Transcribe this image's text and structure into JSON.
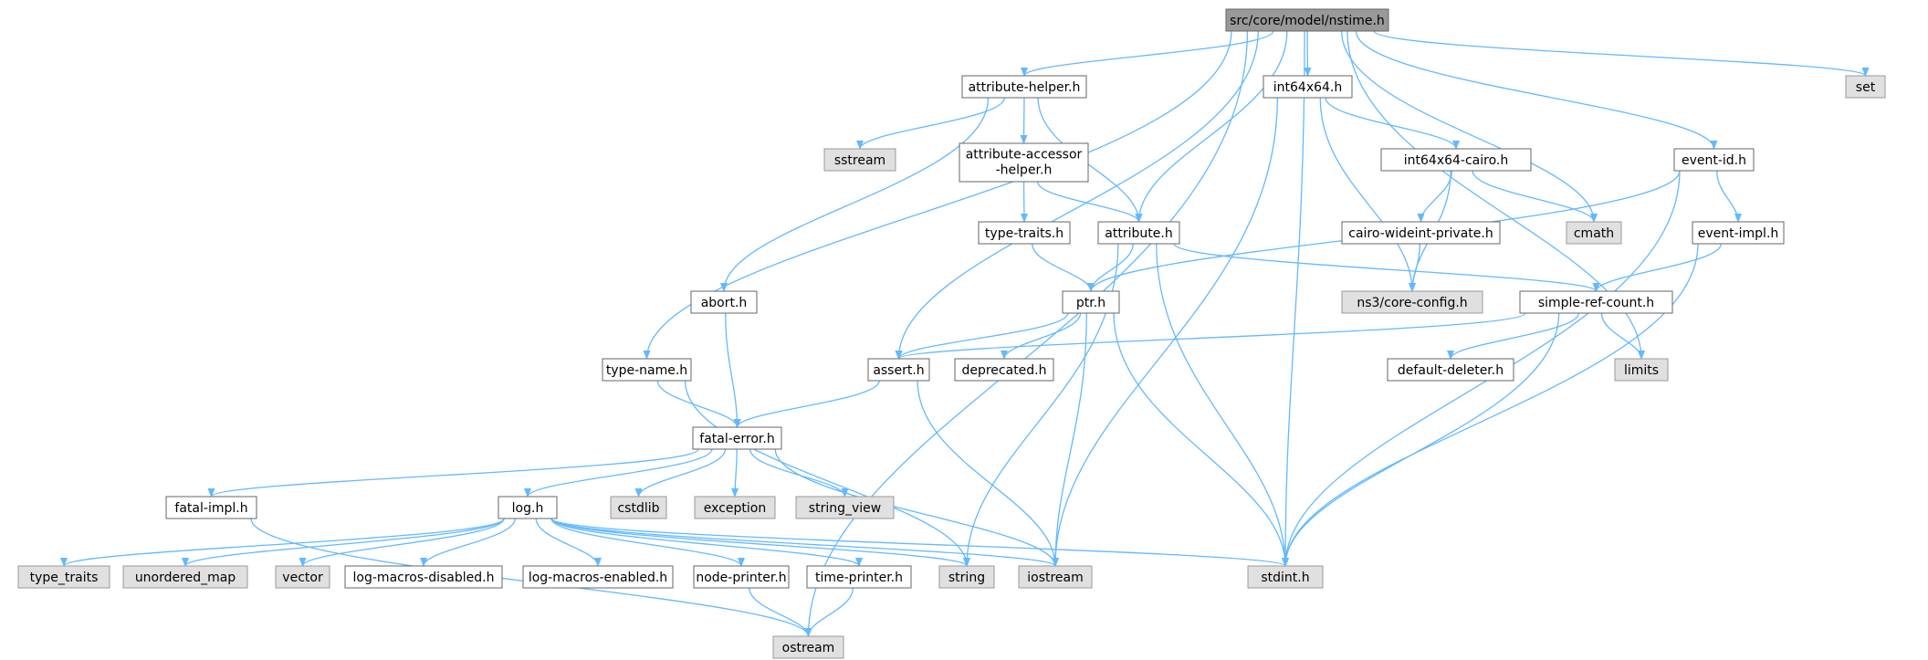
{
  "diagram": {
    "edge_color": "#63b8ff",
    "colors": {
      "root_fill": "#999999",
      "root_stroke": "#666666",
      "project_fill": "#ffffff",
      "project_stroke": "#666666",
      "system_fill": "#e0e0e0",
      "system_stroke": "#999999"
    },
    "nodes": [
      {
        "id": "nstime",
        "label": "src/core/model/nstime.h",
        "kind": "root"
      },
      {
        "id": "attrhelper",
        "label": "attribute-helper.h",
        "kind": "project"
      },
      {
        "id": "int64x64",
        "label": "int64x64.h",
        "kind": "project"
      },
      {
        "id": "set",
        "label": "set",
        "kind": "system"
      },
      {
        "id": "eventid",
        "label": "event-id.h",
        "kind": "project"
      },
      {
        "id": "sstream",
        "label": "sstream",
        "kind": "system"
      },
      {
        "id": "accessor",
        "label": "attribute-accessor-helper.h",
        "label_lines": [
          "attribute-accessor",
          "-helper.h"
        ],
        "kind": "project"
      },
      {
        "id": "cairo",
        "label": "int64x64-cairo.h",
        "kind": "project"
      },
      {
        "id": "typetraits",
        "label": "type-traits.h",
        "kind": "project"
      },
      {
        "id": "attribute",
        "label": "attribute.h",
        "kind": "project"
      },
      {
        "id": "wideint",
        "label": "cairo-wideint-private.h",
        "kind": "project"
      },
      {
        "id": "cmath",
        "label": "cmath",
        "kind": "system"
      },
      {
        "id": "eventimpl",
        "label": "event-impl.h",
        "kind": "project"
      },
      {
        "id": "abort",
        "label": "abort.h",
        "kind": "project"
      },
      {
        "id": "ptr",
        "label": "ptr.h",
        "kind": "project"
      },
      {
        "id": "coreconfig",
        "label": "ns3/core-config.h",
        "kind": "system"
      },
      {
        "id": "simpleref",
        "label": "simple-ref-count.h",
        "kind": "project"
      },
      {
        "id": "typename",
        "label": "type-name.h",
        "kind": "project"
      },
      {
        "id": "assert",
        "label": "assert.h",
        "kind": "project"
      },
      {
        "id": "deprecated",
        "label": "deprecated.h",
        "kind": "project"
      },
      {
        "id": "defdeleter",
        "label": "default-deleter.h",
        "kind": "project"
      },
      {
        "id": "limits",
        "label": "limits",
        "kind": "system"
      },
      {
        "id": "fatalerror",
        "label": "fatal-error.h",
        "kind": "project"
      },
      {
        "id": "fatalimpl",
        "label": "fatal-impl.h",
        "kind": "project"
      },
      {
        "id": "log",
        "label": "log.h",
        "kind": "project"
      },
      {
        "id": "cstdlib",
        "label": "cstdlib",
        "kind": "system"
      },
      {
        "id": "exception",
        "label": "exception",
        "kind": "system"
      },
      {
        "id": "stringview",
        "label": "string_view",
        "kind": "system"
      },
      {
        "id": "stdtypetraits",
        "label": "type_traits",
        "kind": "system"
      },
      {
        "id": "unorderedmap",
        "label": "unordered_map",
        "kind": "system"
      },
      {
        "id": "vector",
        "label": "vector",
        "kind": "system"
      },
      {
        "id": "logdisabled",
        "label": "log-macros-disabled.h",
        "kind": "project"
      },
      {
        "id": "logenabled",
        "label": "log-macros-enabled.h",
        "kind": "project"
      },
      {
        "id": "nodeprinter",
        "label": "node-printer.h",
        "kind": "project"
      },
      {
        "id": "timeprinter",
        "label": "time-printer.h",
        "kind": "project"
      },
      {
        "id": "string",
        "label": "string",
        "kind": "system"
      },
      {
        "id": "iostream",
        "label": "iostream",
        "kind": "system"
      },
      {
        "id": "stdint",
        "label": "stdint.h",
        "kind": "system"
      },
      {
        "id": "ostream",
        "label": "ostream",
        "kind": "system"
      }
    ],
    "edges": [
      [
        "nstime",
        "attrhelper"
      ],
      [
        "nstime",
        "int64x64"
      ],
      [
        "nstime",
        "set"
      ],
      [
        "nstime",
        "eventid"
      ],
      [
        "nstime",
        "attribute"
      ],
      [
        "nstime",
        "cmath"
      ],
      [
        "nstime",
        "assert"
      ],
      [
        "nstime",
        "typename"
      ],
      [
        "nstime",
        "limits"
      ],
      [
        "nstime",
        "stdint"
      ],
      [
        "nstime",
        "ostream"
      ],
      [
        "attrhelper",
        "sstream"
      ],
      [
        "attrhelper",
        "accessor"
      ],
      [
        "attrhelper",
        "attribute"
      ],
      [
        "attrhelper",
        "abort"
      ],
      [
        "accessor",
        "typetraits"
      ],
      [
        "accessor",
        "attribute"
      ],
      [
        "typetraits",
        "ptr"
      ],
      [
        "attribute",
        "ptr"
      ],
      [
        "attribute",
        "simpleref"
      ],
      [
        "attribute",
        "string"
      ],
      [
        "attribute",
        "stdint"
      ],
      [
        "int64x64",
        "cairo"
      ],
      [
        "int64x64",
        "coreconfig"
      ],
      [
        "int64x64",
        "iostream"
      ],
      [
        "cairo",
        "wideint"
      ],
      [
        "cairo",
        "cmath"
      ],
      [
        "cairo",
        "coreconfig"
      ],
      [
        "wideint",
        "coreconfig"
      ],
      [
        "eventid",
        "eventimpl"
      ],
      [
        "eventid",
        "ptr"
      ],
      [
        "eventid",
        "stdint"
      ],
      [
        "eventimpl",
        "simpleref"
      ],
      [
        "eventimpl",
        "stdint"
      ],
      [
        "abort",
        "fatalerror"
      ],
      [
        "ptr",
        "assert"
      ],
      [
        "ptr",
        "deprecated"
      ],
      [
        "ptr",
        "iostream"
      ],
      [
        "ptr",
        "stdint"
      ],
      [
        "simpleref",
        "assert"
      ],
      [
        "simpleref",
        "defdeleter"
      ],
      [
        "simpleref",
        "limits"
      ],
      [
        "simpleref",
        "stdint"
      ],
      [
        "typename",
        "fatalerror"
      ],
      [
        "typename",
        "string"
      ],
      [
        "assert",
        "fatalerror"
      ],
      [
        "assert",
        "iostream"
      ],
      [
        "fatalerror",
        "fatalimpl"
      ],
      [
        "fatalerror",
        "log"
      ],
      [
        "fatalerror",
        "cstdlib"
      ],
      [
        "fatalerror",
        "exception"
      ],
      [
        "fatalerror",
        "stringview"
      ],
      [
        "fatalerror",
        "iostream"
      ],
      [
        "fatalimpl",
        "ostream"
      ],
      [
        "log",
        "stdtypetraits"
      ],
      [
        "log",
        "unorderedmap"
      ],
      [
        "log",
        "vector"
      ],
      [
        "log",
        "logdisabled"
      ],
      [
        "log",
        "logenabled"
      ],
      [
        "log",
        "nodeprinter"
      ],
      [
        "log",
        "timeprinter"
      ],
      [
        "log",
        "string"
      ],
      [
        "log",
        "iostream"
      ],
      [
        "log",
        "stdint"
      ],
      [
        "nodeprinter",
        "ostream"
      ],
      [
        "timeprinter",
        "ostream"
      ]
    ]
  }
}
